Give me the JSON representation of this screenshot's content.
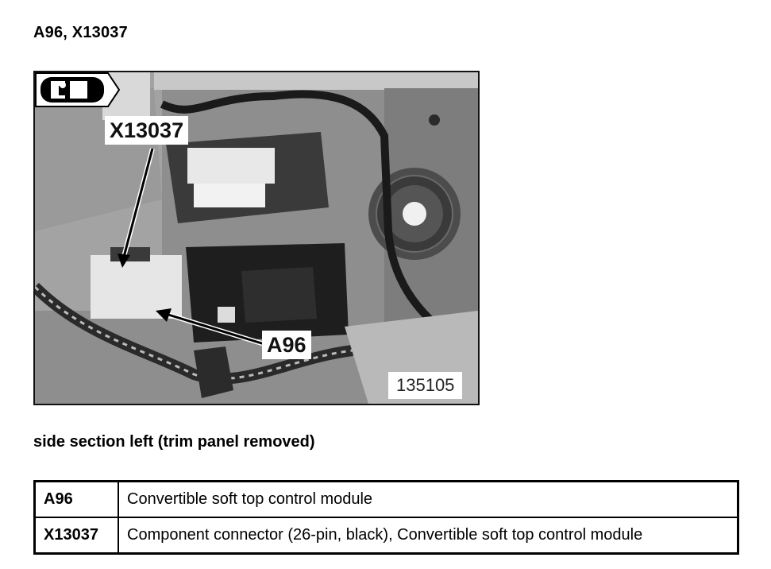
{
  "document": {
    "title": "A96, X13037",
    "caption": "side section left (trim panel removed)"
  },
  "figure": {
    "figure_number": "135105",
    "callouts": [
      {
        "label": "X13037",
        "points_to": "component connector"
      },
      {
        "label": "A96",
        "points_to": "control module"
      }
    ],
    "view_icon": "car-top-view-left-side-icon"
  },
  "legend": {
    "rows": [
      {
        "code": "A96",
        "description": "Convertible soft top control module"
      },
      {
        "code": "X13037",
        "description": "Component connector (26-pin, black), Convertible soft top control module"
      }
    ]
  }
}
